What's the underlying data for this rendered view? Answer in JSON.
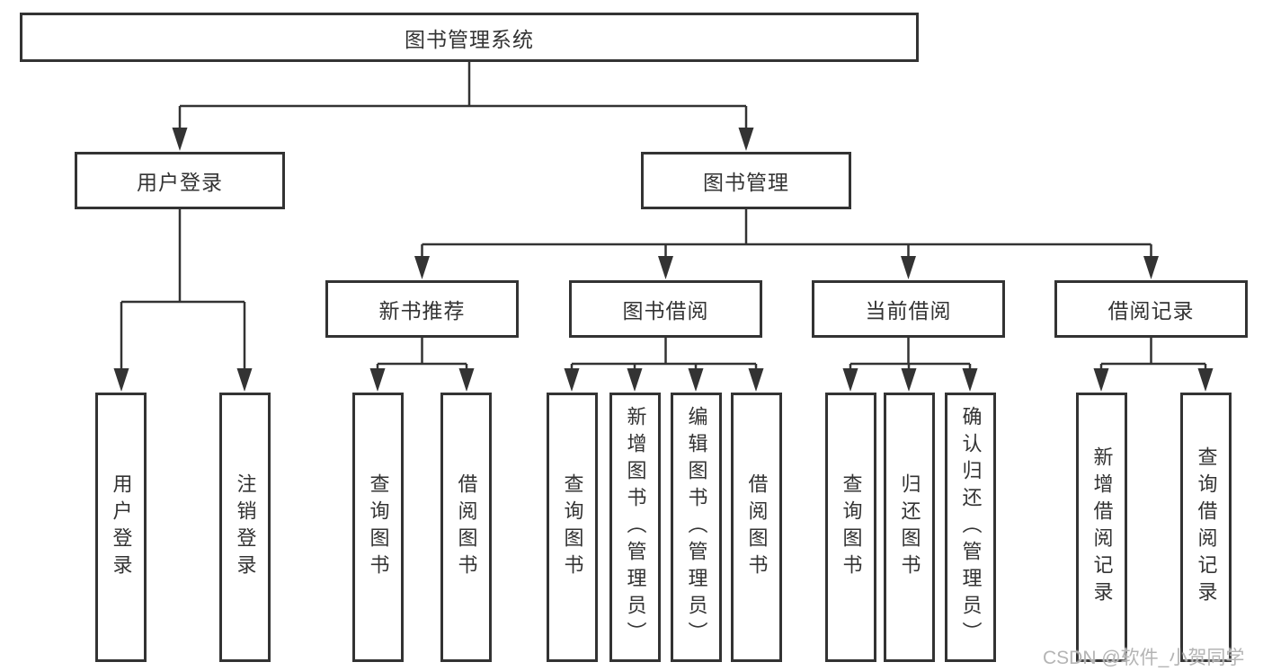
{
  "nodes": {
    "root": "图书管理系统",
    "l2": [
      "用户登录",
      "图书管理"
    ],
    "l3": [
      "新书推荐",
      "图书借阅",
      "当前借阅",
      "借阅记录"
    ],
    "l4": [
      "用户登录",
      "注销登录",
      "查询图书",
      "借阅图书",
      "查询图书",
      "新增图书（管理员）",
      "编辑图书（管理员）",
      "借阅图书",
      "查询图书",
      "归还图书",
      "确认归还（管理员）",
      "新增借阅记录",
      "查询借阅记录"
    ]
  },
  "hierarchy": {
    "图书管理系统": {
      "用户登录": [
        "用户登录",
        "注销登录"
      ],
      "图书管理": {
        "新书推荐": [
          "查询图书",
          "借阅图书"
        ],
        "图书借阅": [
          "查询图书",
          "新增图书（管理员）",
          "编辑图书（管理员）",
          "借阅图书"
        ],
        "当前借阅": [
          "查询图书",
          "归还图书",
          "确认归还（管理员）"
        ],
        "借阅记录": [
          "新增借阅记录",
          "查询借阅记录"
        ]
      }
    }
  },
  "watermark": "CSDN @软件_小贺同学",
  "colors": {
    "line": "#333333",
    "box_border": "#333333",
    "box_bg": "#ffffff",
    "text": "#333333",
    "watermark": "#b4b4b4",
    "background": "#ffffff"
  }
}
